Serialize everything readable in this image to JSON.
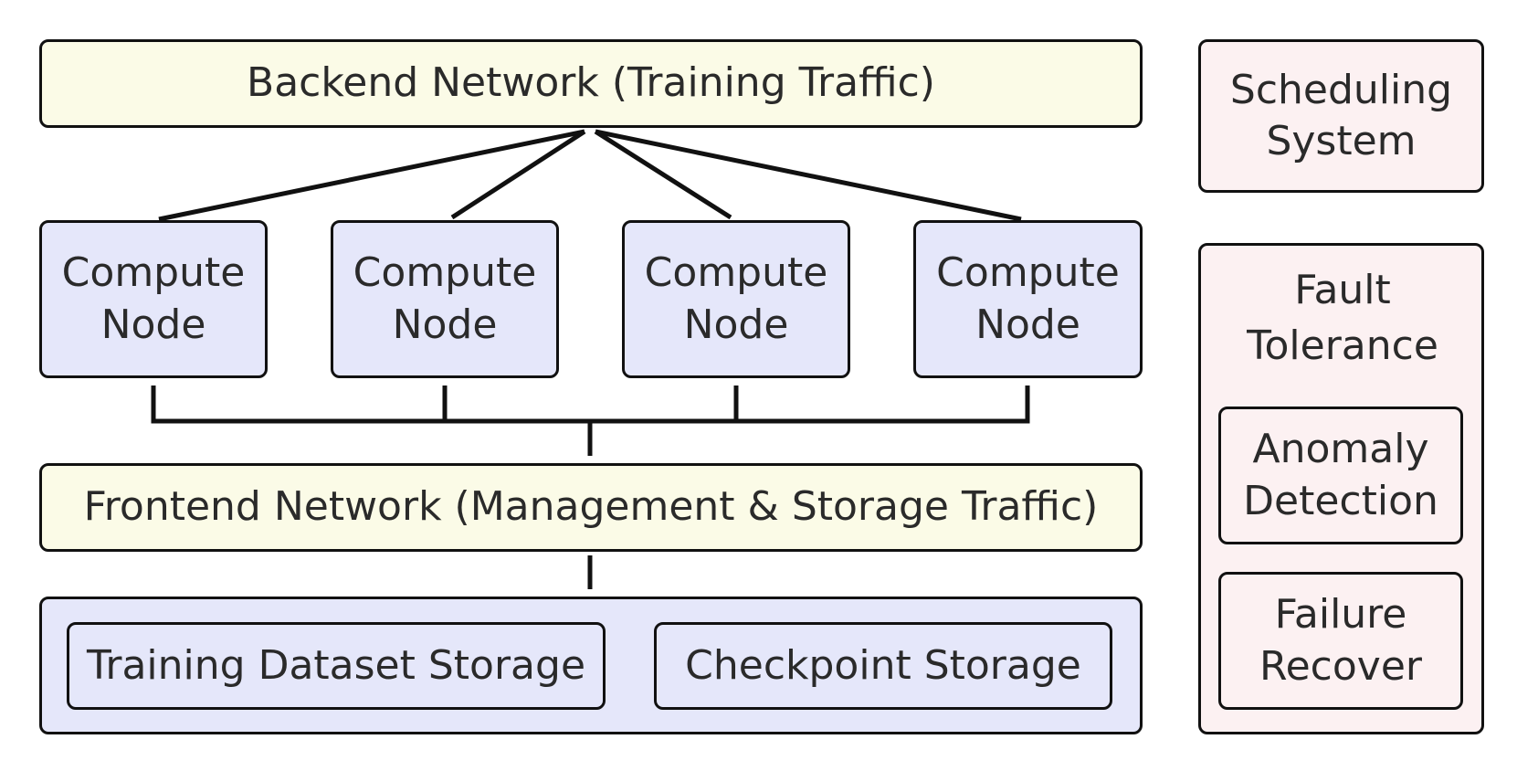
{
  "backend_network": {
    "label": "Backend Network (Training Traffic)"
  },
  "compute_nodes": [
    {
      "label": "Compute Node"
    },
    {
      "label": "Compute Node"
    },
    {
      "label": "Compute Node"
    },
    {
      "label": "Compute Node"
    }
  ],
  "frontend_network": {
    "label": "Frontend Network (Management & Storage Traffic)"
  },
  "storage": {
    "training_dataset": "Training Dataset Storage",
    "checkpoint": "Checkpoint Storage"
  },
  "scheduling_system": {
    "label": "Scheduling System"
  },
  "fault_tolerance": {
    "label": "Fault Tolerance",
    "anomaly_detection": "Anomaly Detection",
    "failure_recover": "Failure Recover"
  },
  "colors": {
    "network_fill": "#fbfbe7",
    "node_fill": "#e5e7fa",
    "side_fill": "#fcf1f2",
    "stroke": "#111111"
  }
}
